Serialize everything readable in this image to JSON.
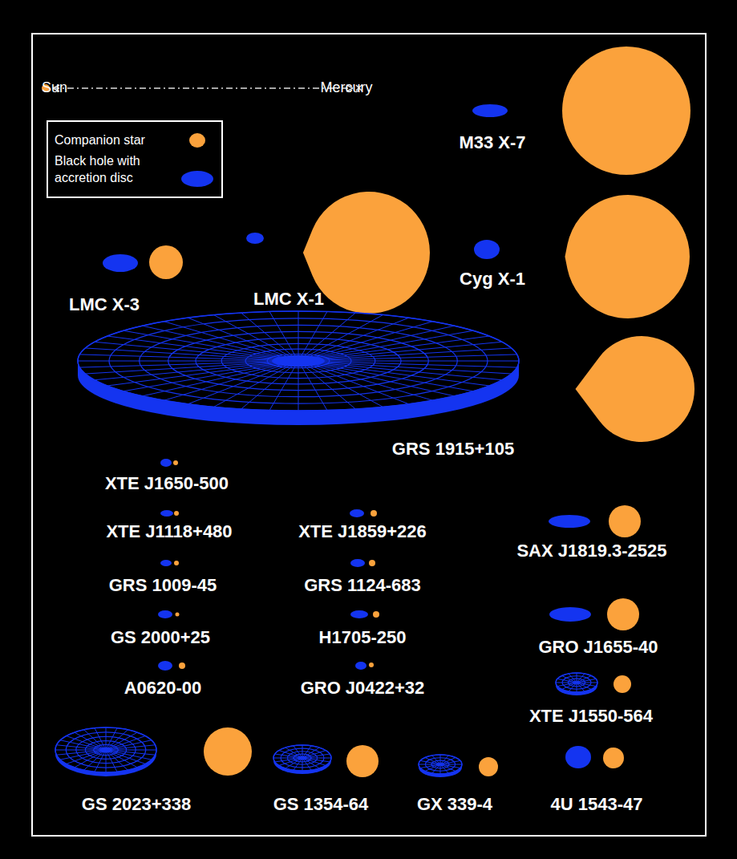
{
  "diagram": {
    "labels": [
      "Sun",
      "Mercury",
      "M33 X-7",
      "LMC X-3",
      "LMC X-1",
      "Cyg X-1",
      "GRS 1915+105",
      "XTE J1650-500",
      "XTE J1118+480",
      "XTE J1859+226",
      "SAX J1819.3-2525",
      "GRS 1009-45",
      "GRS 1124-683",
      "GS 2000+25",
      "H1705-250",
      "GRO J1655-40",
      "A0620-00",
      "GRO J0422+32",
      "XTE J1550-564",
      "GS 2023+338",
      "GS 1354-64",
      "GX 339-4",
      "4U 1543-47"
    ],
    "legend": [
      {
        "text": "Companion star",
        "color": "#fba23c"
      },
      {
        "text": "Black hole with accretion disc",
        "color": "#1434f0"
      }
    ]
  }
}
